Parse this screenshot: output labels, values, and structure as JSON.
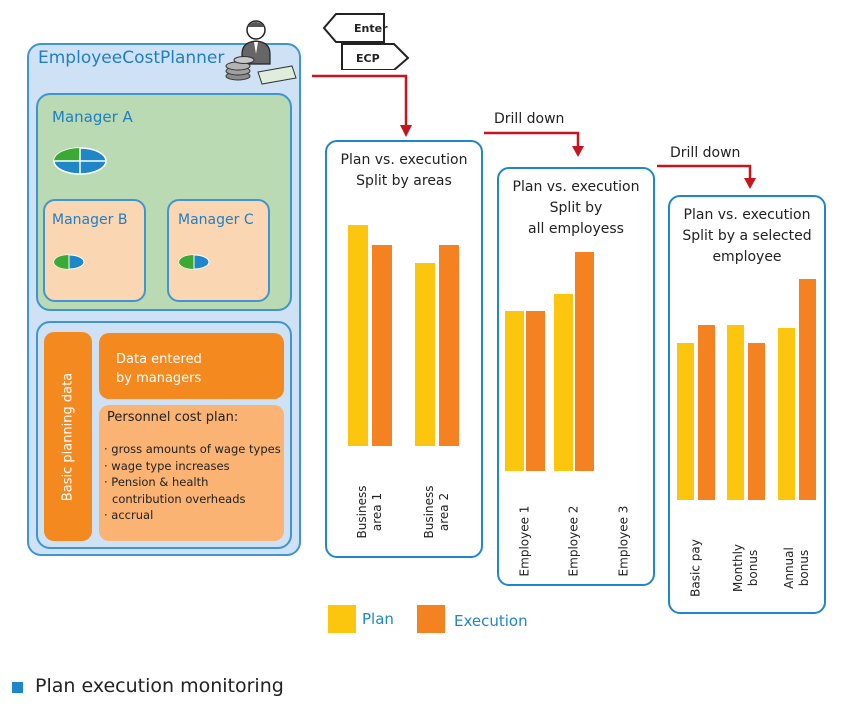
{
  "planner": {
    "title": "EmployeeCostPlanner",
    "manager_a": "Manager A",
    "manager_b": "Manager B",
    "manager_c": "Manager C",
    "basic_planning": "Basic planning data",
    "data_entered": [
      "Data entered",
      "by managers"
    ],
    "personnel_title": "Personnel cost plan:",
    "personnel_items": [
      "· gross amounts of wage types",
      "· wage type increases",
      "· Pension & health",
      "  contribution overheads",
      "· accrual"
    ]
  },
  "enter_sign": {
    "top": "Enter",
    "bottom": "ECP"
  },
  "drill_labels": [
    "Drill down",
    "Drill down"
  ],
  "legend": {
    "plan": "Plan",
    "execution": "Execution"
  },
  "colors": {
    "plan": "#fcc50e",
    "execution": "#f58220",
    "frame": "#1f86c8",
    "arrow": "#c4161c"
  },
  "caption": "Plan execution monitoring",
  "chart_data": [
    {
      "type": "bar",
      "title": [
        "Plan vs. execution",
        "Split by areas"
      ],
      "categories": [
        [
          "Business",
          "area 1"
        ],
        [
          "Business",
          "area 2"
        ]
      ],
      "series": [
        {
          "name": "Plan",
          "values": [
            100,
            83
          ]
        },
        {
          "name": "Execution",
          "values": [
            91,
            91
          ]
        }
      ]
    },
    {
      "type": "bar",
      "title": [
        "Plan vs. execution",
        "Split by",
        "all employess"
      ],
      "categories": [
        [
          "Employee 1"
        ],
        [
          "Employee 2"
        ],
        [
          "Employee 3"
        ]
      ],
      "series": [
        {
          "name": "Plan",
          "values": [
            73,
            81
          ]
        },
        {
          "name": "Execution",
          "values": [
            73,
            100
          ]
        }
      ]
    },
    {
      "type": "bar",
      "title": [
        "Plan vs. execution",
        "Split by a selected",
        "employee"
      ],
      "categories": [
        [
          "Basic pay"
        ],
        [
          "Monthly",
          "bonus"
        ],
        [
          "Annual",
          "bonus"
        ]
      ],
      "series": [
        {
          "name": "Plan",
          "values": [
            71,
            79,
            78
          ]
        },
        {
          "name": "Execution",
          "values": [
            79,
            71,
            100
          ]
        }
      ]
    }
  ]
}
